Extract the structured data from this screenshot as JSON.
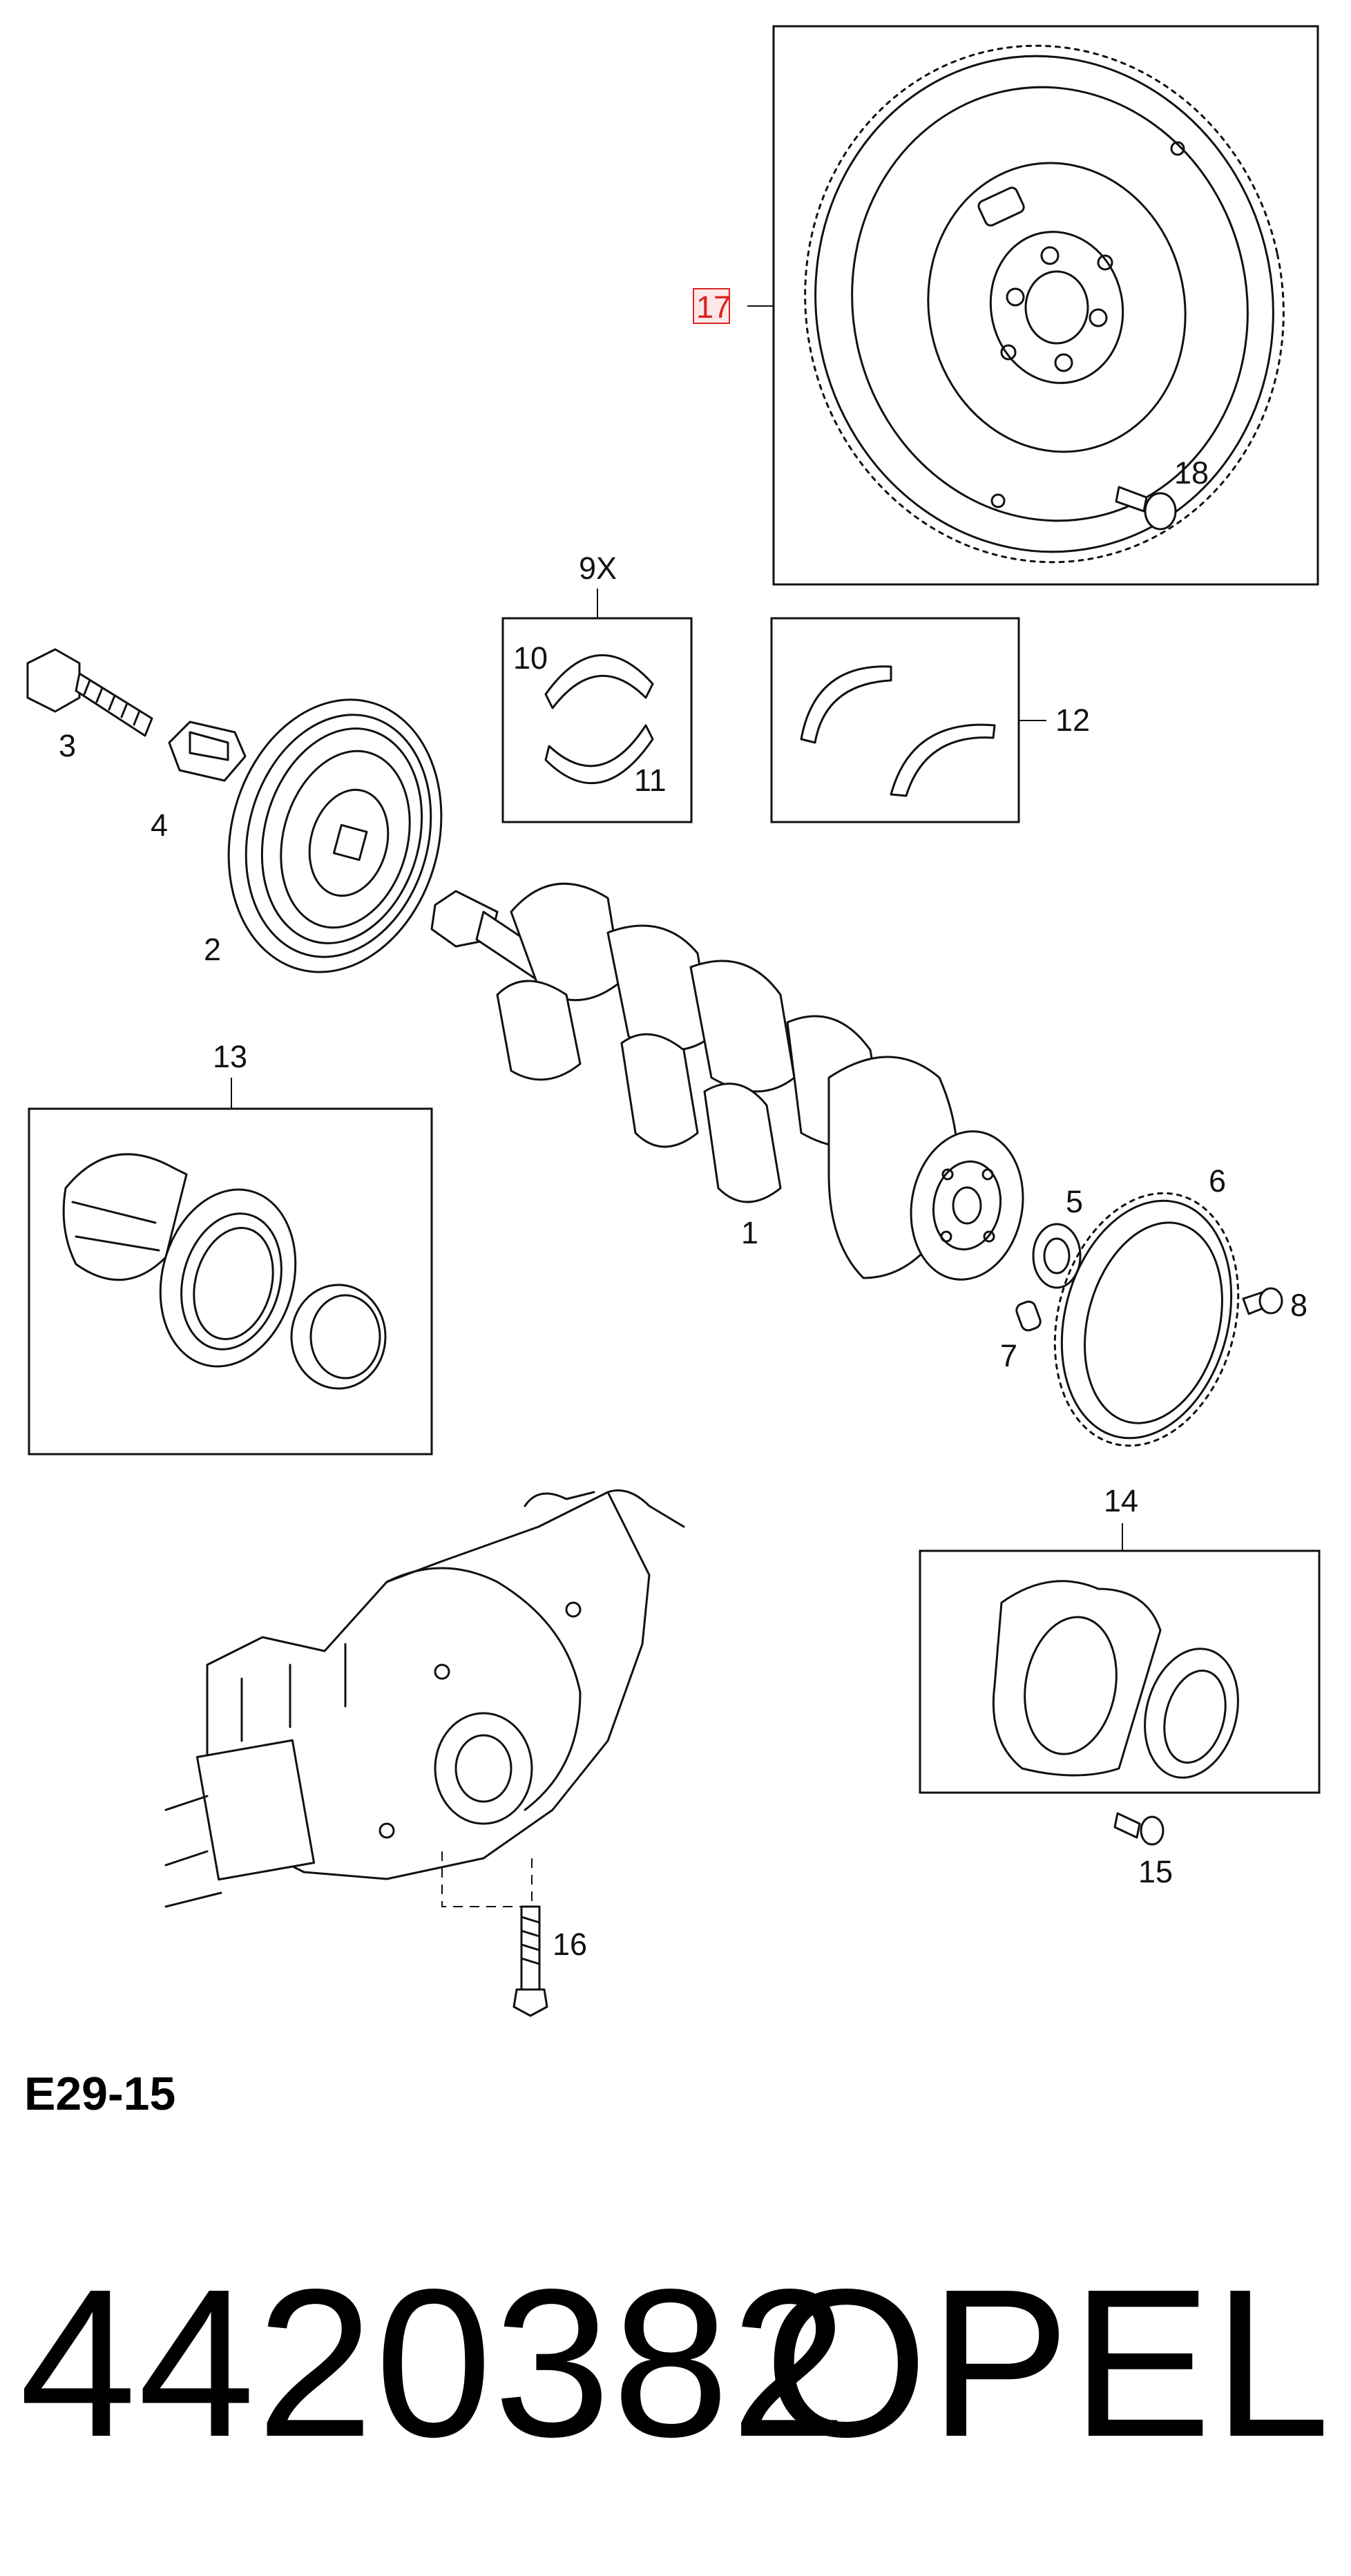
{
  "diagram": {
    "code": "E29-15",
    "highlighted_part": "17",
    "callouts": {
      "p1": "1",
      "p2": "2",
      "p3": "3",
      "p4": "4",
      "p5": "5",
      "p6": "6",
      "p7": "7",
      "p8": "8",
      "p9x": "9X",
      "p10": "10",
      "p11": "11",
      "p12": "12",
      "p13": "13",
      "p14": "14",
      "p15": "15",
      "p16": "16",
      "p17": "17",
      "p18": "18"
    }
  },
  "footer": {
    "part_number": "4420382",
    "brand": "OPEL"
  }
}
